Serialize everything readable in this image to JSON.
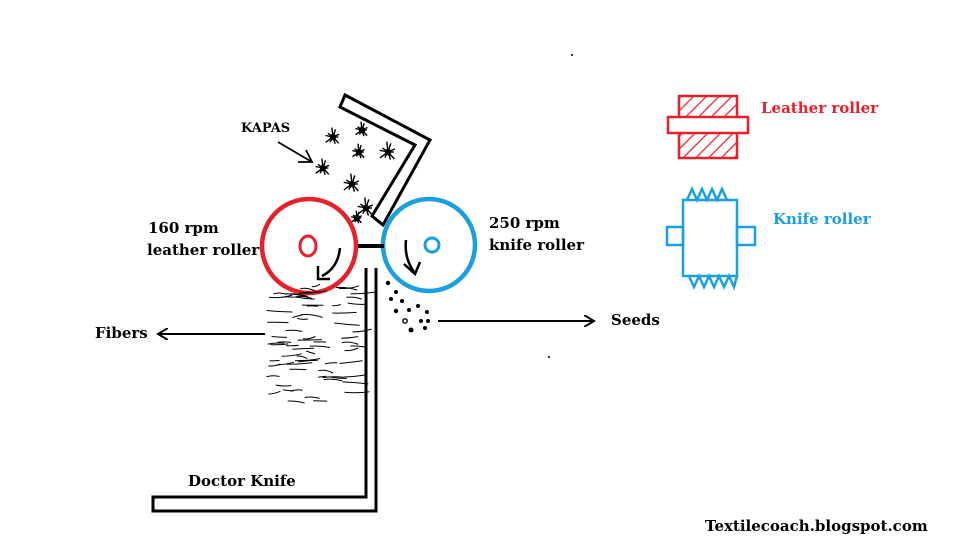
{
  "labels": {
    "kapas": "KAPAS",
    "leather_speed": "160 rpm",
    "leather_name": "leather roller",
    "knife_speed": "250 rpm",
    "knife_name": "knife roller",
    "fibers": "Fibers",
    "seeds": "Seeds",
    "doctor_knife": "Doctor Knife"
  },
  "legend": {
    "leather_roller": "Leather roller",
    "knife_roller": "Knife roller"
  },
  "watermark": "Textilecoach.blogspot.com",
  "colors": {
    "leather": "#e8202a",
    "knife": "#1a9fe0",
    "ink": "#000000"
  }
}
